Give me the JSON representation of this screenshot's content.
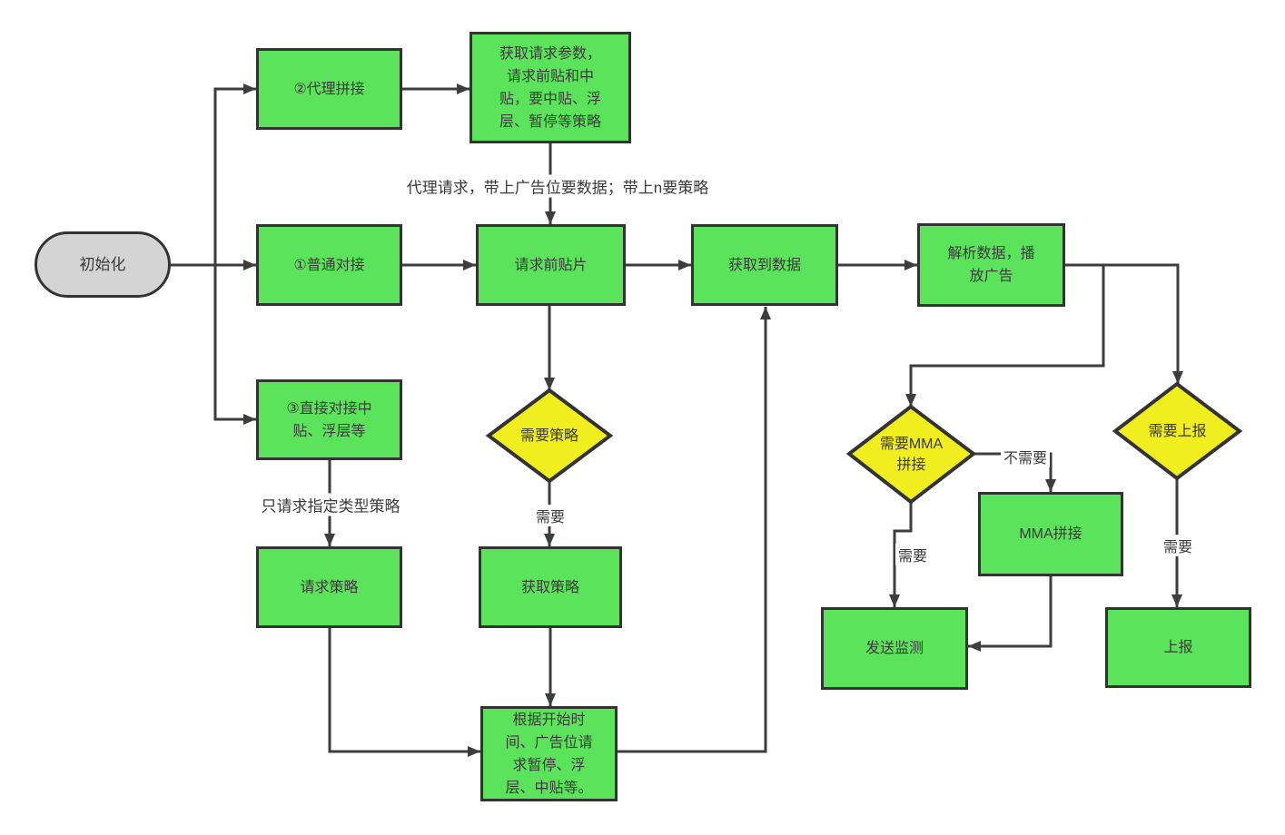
{
  "colors": {
    "process_fill": "#5BE35B",
    "decision_fill": "#F1EE20",
    "start_fill": "#D4D4D4",
    "border": "#333333",
    "line": "#3D3D3D",
    "text": "#3A3A3A",
    "background": "#FFFFFF"
  },
  "nodes": {
    "start": {
      "label": "初始化"
    },
    "proxy": {
      "label": "②代理拼接"
    },
    "params": {
      "label": "获取请求参数，\n请求前贴和中\n贴，要中贴、浮\n层、暂停等策略"
    },
    "normal": {
      "label": "①普通对接"
    },
    "preroll": {
      "label": "请求前贴片"
    },
    "got_data": {
      "label": "获取到数据"
    },
    "parse": {
      "label": "解析数据，播\n放广告"
    },
    "direct": {
      "label": "③直接对接中\n贴、浮层等"
    },
    "need_policy": {
      "label": "需要策略"
    },
    "request_policy": {
      "label": "请求策略"
    },
    "get_policy": {
      "label": "获取策略"
    },
    "schedule": {
      "label": "根据开始时\n间、广告位请\n求暂停、浮\n层、中贴等。"
    },
    "need_mma": {
      "label": "需要MMA\n拼接"
    },
    "mma": {
      "label": "MMA拼接"
    },
    "monitor": {
      "label": "发送监测"
    },
    "need_report": {
      "label": "需要上报"
    },
    "report": {
      "label": "上报"
    }
  },
  "edge_labels": {
    "proxy_request": "代理请求，带上广告位要数据；带上n要策略",
    "only_policy": "只请求指定类型策略",
    "need_policy_yes": "需要",
    "mma_no": "不需要",
    "mma_yes": "需要",
    "report_yes": "需要"
  }
}
